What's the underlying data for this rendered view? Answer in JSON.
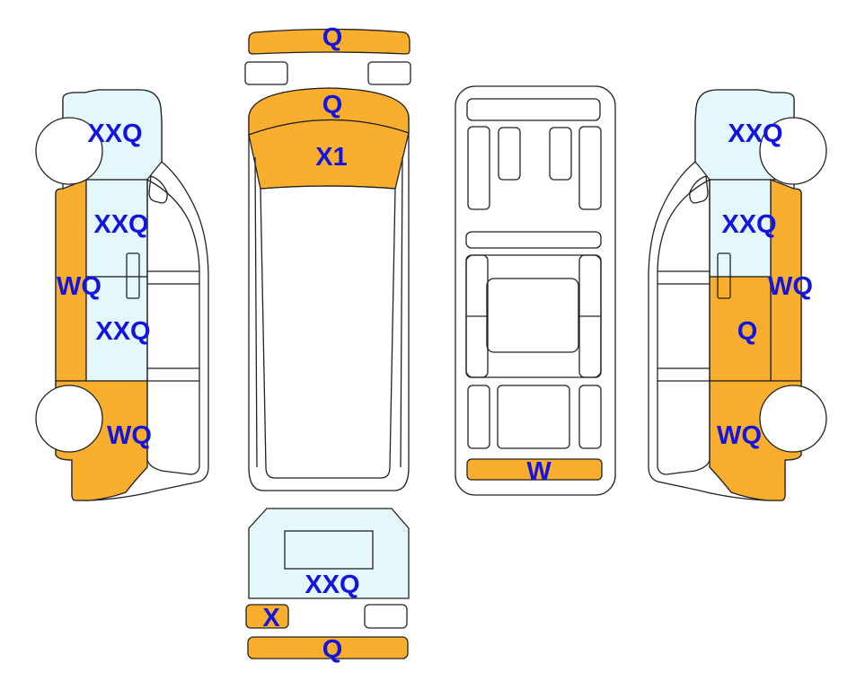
{
  "colors": {
    "damage": "#F9AE2E",
    "scratch": "#E4F7FB",
    "outline": "#222222",
    "label": "#1414E0",
    "background": "#FFFFFF"
  },
  "labels": {
    "front_bumper": "Q",
    "hood": "Q",
    "windshield": "X1",
    "left_front_door": "XXQ",
    "left_middle_door": "XXQ",
    "left_sill": "WQ",
    "left_rear_panel": "XXQ",
    "left_rear_quarter": "WQ",
    "roof_rear": "W",
    "right_front_door": "XXQ",
    "right_middle_door": "XXQ",
    "right_sill": "WQ",
    "right_rear_panel": "Q",
    "right_rear_quarter": "WQ",
    "rear_door": "XXQ",
    "rear_left_light": "X",
    "rear_bumper": "Q"
  }
}
